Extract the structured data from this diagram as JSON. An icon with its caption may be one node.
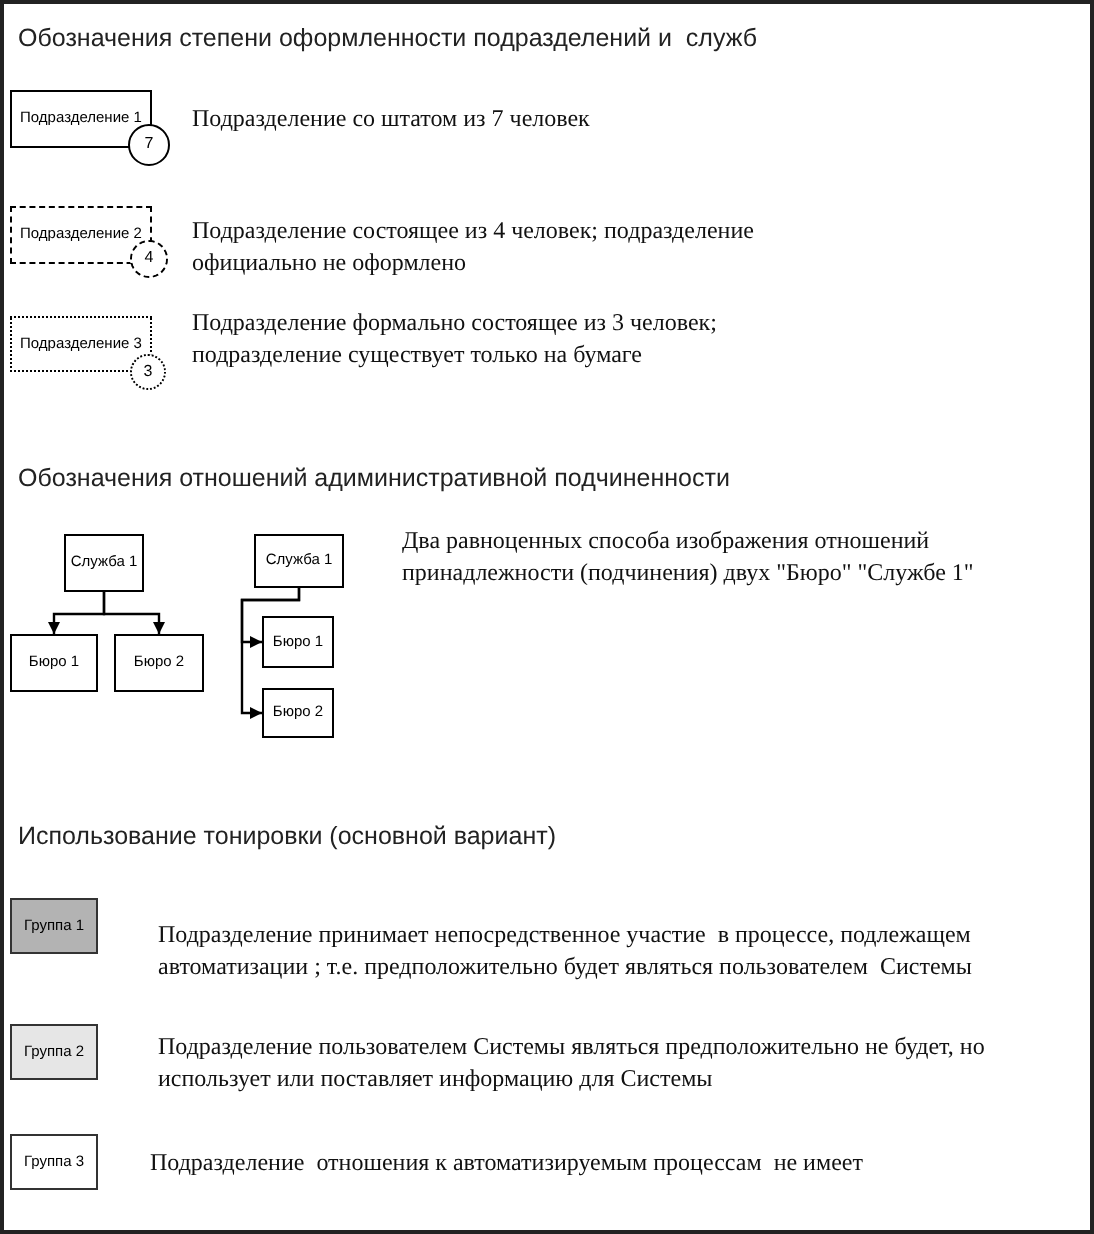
{
  "diagram": {
    "nodes": [
      {
        "text": [
          "Подразделение 1"
        ]
      },
      {
        "text": [
          "7"
        ],
        "beside": [
          "Подразделение со штатом из 7 человек"
        ]
      },
      {
        "text": [
          "Подразделение 2"
        ],
        "beside": [
          "Подразделение состоящее из 4 человек; подразделение официально не оформлено"
        ]
      },
      {
        "text": [
          "4"
        ]
      },
      {
        "text": [
          "Подразделение 3"
        ],
        "beside": [
          "Подразделение формально состоящее из 3 человек; подразделение существует только на бумаге"
        ]
      },
      {
        "text": [
          "3"
        ]
      },
      {
        "text": [
          "Служба 1"
        ]
      },
      {
        "text": [
          "Бюро 1"
        ]
      },
      {
        "text": [
          "Бюро 2"
        ]
      },
      {
        "text": [
          "Служба 1"
        ]
      },
      {
        "text": [
          "Бюро 1"
        ]
      },
      {
        "text": [
          "Бюро 2"
        ]
      },
      {
        "text": [
          "Группа 1"
        ],
        "beside": [
          "Подразделение принимает непосредственное участие  в процессе, подлежащем автоматизации ; т.е. предположительно будет являться пользователем  Системы"
        ]
      },
      {
        "text": [
          "Группа 2"
        ],
        "beside": [
          "Подразделение пользователем Системы являться предположительно не будет, но использует или поставляет информацию для Системы"
        ]
      },
      {
        "text": [
          "Группа 3"
        ],
        "beside": [
          "Подразделение  отношения к автоматизируемым процессам  не имеет"
        ]
      }
    ],
    "edges": [
      {
        "from": 6,
        "to": 7,
        "arrow": "to"
      },
      {
        "from": 6,
        "to": 8,
        "arrow": "to"
      },
      {
        "from": 9,
        "to": 10,
        "arrow": "to"
      },
      {
        "from": 9,
        "to": 11,
        "arrow": "to"
      }
    ],
    "labels": [
      "Обозначения степени оформленности подразделений и  служб",
      "Обозначения отношений адиминистративной подчиненности",
      "Два равноценных способа изображения отношений принадлежности (подчинения) двух \"Бюро\" \"Службе 1\"",
      "Использование тонировки (основной вариант)"
    ]
  }
}
